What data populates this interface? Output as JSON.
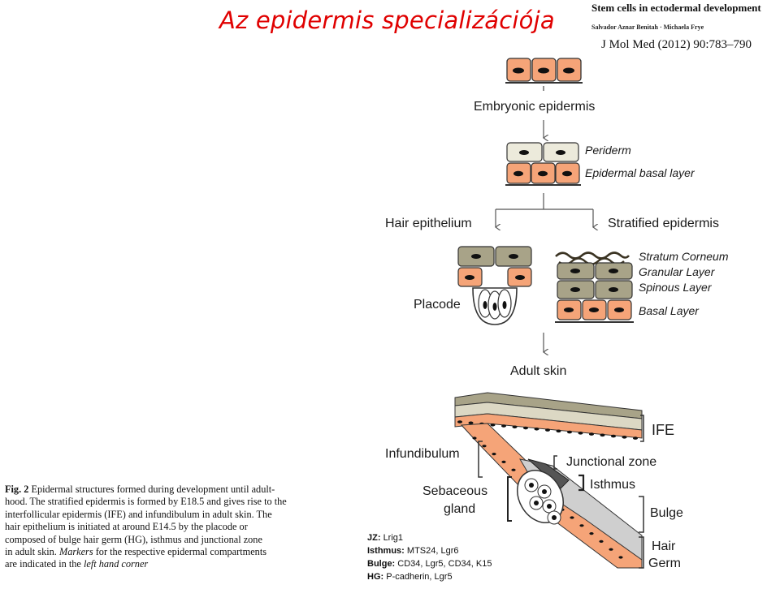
{
  "slide": {
    "title": "Az epidermis specializációja"
  },
  "reference": {
    "title": "Stem cells in ectodermal development",
    "authors": "Salvador Aznar Benitah · Michaela Frye",
    "journal": "J Mol Med (2012) 90:783–790"
  },
  "diagram": {
    "stages": {
      "embryonic": "Embryonic epidermis",
      "hair_epithelium": "Hair epithelium",
      "stratified": "Stratified epidermis",
      "adult": "Adult skin"
    },
    "layer_labels": {
      "periderm": "Periderm",
      "basal_layer": "Epidermal basal layer",
      "stratum_corneum": "Stratum Corneum",
      "granular": "Granular Layer",
      "spinous": "Spinous Layer",
      "basal": "Basal Layer"
    },
    "structure_labels": {
      "placode": "Placode",
      "ife": "IFE",
      "infundibulum": "Infundibulum",
      "junctional_zone": "Junctional zone",
      "sebaceous_1": "Sebaceous",
      "sebaceous_2": "gland",
      "isthmus": "Isthmus",
      "bulge": "Bulge",
      "hair_1": "Hair",
      "hair_2": "Germ"
    },
    "markers": [
      {
        "name": "JZ:",
        "value": "Lrig1"
      },
      {
        "name": "Isthmus:",
        "value": "MTS24, Lgr6"
      },
      {
        "name": "Bulge:",
        "value": "CD34, Lgr5, CD34, K15"
      },
      {
        "name": "HG:",
        "value": "P-cadherin, Lgr5"
      }
    ],
    "colors": {
      "basal_cell": "#f5a478",
      "periderm_cell": "#eceadb",
      "suprabasal_cell": "#a8a388",
      "nucleus": "#111111",
      "title": "#e00000"
    }
  },
  "caption": {
    "fig_label": "Fig. 2",
    "line1": "Epidermal structures formed during development until adult-",
    "line2": "hood. The stratified epidermis is formed by E18.5 and gives rise to the",
    "line3": "interfollicular epidermis (IFE) and infundibulum in adult skin. The",
    "line4": "hair epithelium is initiated at around E14.5 by the placode or",
    "line5": "composed of bulge hair germ (HG), isthmus and junctional zone",
    "line6_a": "in adult skin.",
    "line6_b": "Markers",
    "line6_c": "for the respective epidermal compartments",
    "line7_a": "are indicated in the",
    "line7_b": "left hand corner"
  }
}
